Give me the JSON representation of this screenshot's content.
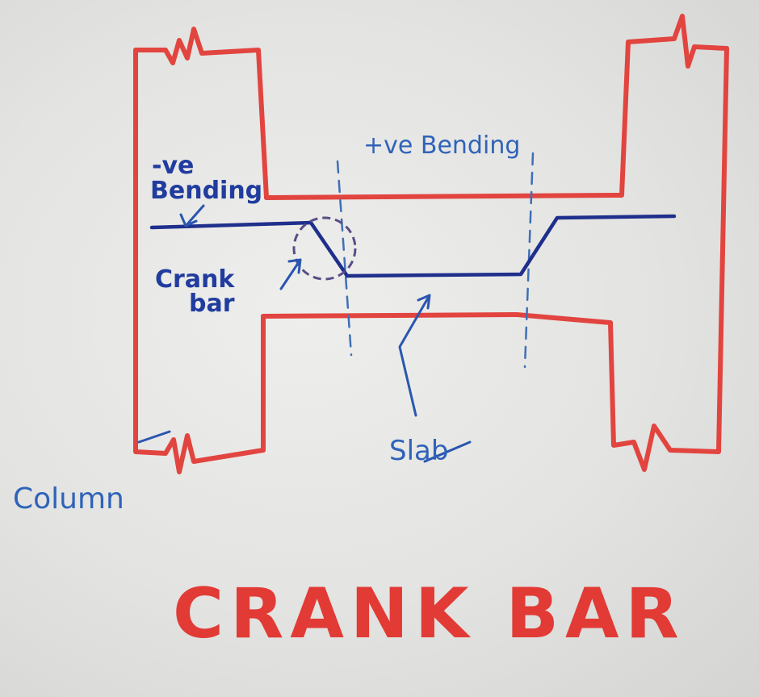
{
  "labels": {
    "neg_bending": "-ve",
    "neg_bending_2": "Bending",
    "pos_bending": "+ve Bending",
    "crank": "Crank",
    "bar": "bar",
    "slab": "Slab",
    "column": "Column",
    "title": "CRANK BAR"
  },
  "colors": {
    "concrete_outline": "#e2443f",
    "reinforcement_bar": "#1e2f8c",
    "annotation": "#2f63b9",
    "title": "#e23a35"
  }
}
